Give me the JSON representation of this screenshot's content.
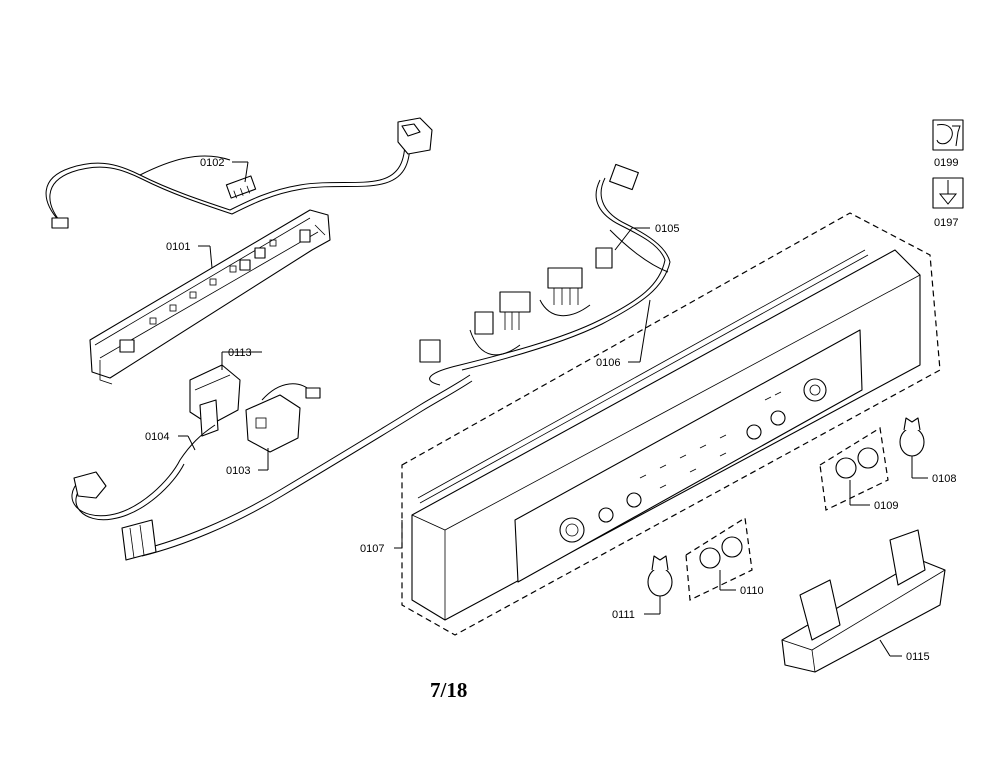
{
  "parts": {
    "p0101": "0101",
    "p0102": "0102",
    "p0103": "0103",
    "p0104": "0104",
    "p0105": "0105",
    "p0106": "0106",
    "p0107": "0107",
    "p0108": "0108",
    "p0109": "0109",
    "p0110": "0110",
    "p0111": "0111",
    "p0113": "0113",
    "p0115": "0115",
    "p0197": "0197",
    "p0199": "0199"
  },
  "page_number": "7/18",
  "icons": {
    "service_tool": "wrench-icon",
    "install_tool": "screwdriver-icon"
  }
}
